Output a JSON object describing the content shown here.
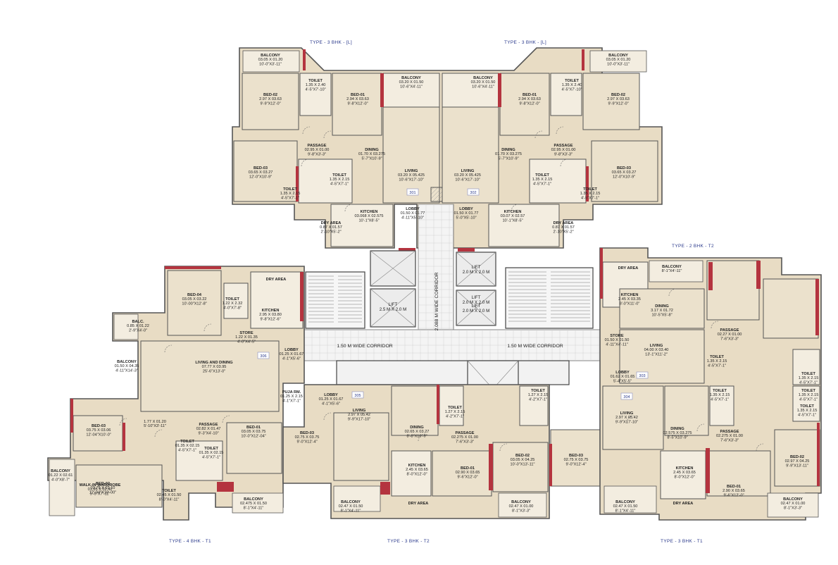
{
  "plan": {
    "captions": [
      {
        "id": "cap-top-left",
        "text": "TYPE - 3 BHK - [L]"
      },
      {
        "id": "cap-top-right",
        "text": "TYPE - 3 BHK - [L]"
      },
      {
        "id": "cap-mid-right",
        "text": "TYPE - 2 BHK - T2"
      },
      {
        "id": "cap-bot-left",
        "text": "TYPE - 4 BHK - T1"
      },
      {
        "id": "cap-bot-mid",
        "text": "TYPE - 3 BHK - T2"
      },
      {
        "id": "cap-bot-right",
        "text": "TYPE - 3 BHK - T1"
      }
    ],
    "corridors": [
      {
        "id": "corr-left",
        "text": "1.50 M WIDE CORRIDOR"
      },
      {
        "id": "corr-right",
        "text": "1.50 M WIDE CORRIDOR"
      },
      {
        "id": "corr-vertical",
        "text": "2.088 M WIDE CORRIDOR"
      }
    ],
    "lifts": [
      {
        "id": "lift-1",
        "name": "LIFT",
        "dim": "2.0 M X 2.0 M"
      },
      {
        "id": "lift-2",
        "name": "LIFT",
        "dim": "2.0 M X 2.0 M"
      },
      {
        "id": "lift-3",
        "name": "LIFT",
        "dim": "2.5 M X 2.0 M"
      },
      {
        "id": "lift-4",
        "name": "LIFT",
        "dim": "2.0 M X 2.0 M"
      }
    ],
    "units": [
      {
        "id": "u301",
        "text": "301"
      },
      {
        "id": "u302",
        "text": "302"
      },
      {
        "id": "u303",
        "text": "303"
      },
      {
        "id": "u304",
        "text": "304"
      },
      {
        "id": "u305",
        "text": "305"
      },
      {
        "id": "u306",
        "text": "306"
      }
    ],
    "rooms": [
      {
        "id": "r1",
        "name": "BALCONY",
        "dim": "03.05 X 01.20",
        "ft": "10'-0\"X3'-11\""
      },
      {
        "id": "r2",
        "name": "TOILET",
        "dim": "1.35 X 2.40",
        "ft": "4'-5\"X7'-10\""
      },
      {
        "id": "r3",
        "name": "BED-02",
        "dim": "2.97 X 03.63",
        "ft": "9'-9\"X12'-0\""
      },
      {
        "id": "r4",
        "name": "BED-01",
        "dim": "2.94 X 03.63",
        "ft": "9'-8\"X12'-0\""
      },
      {
        "id": "r5",
        "name": "BALCONY",
        "dim": "03.20 X 01.50",
        "ft": "10'-6\"X4'-11\""
      },
      {
        "id": "r6",
        "name": "PASSAGE",
        "dim": "02.95 X 01.00",
        "ft": "9'-8\"X3'-3\""
      },
      {
        "id": "r7",
        "name": "DINING",
        "dim": "01.70 X 03.275",
        "ft": "5'-7\"X10'-9\""
      },
      {
        "id": "r8",
        "name": "BED-03",
        "dim": "03.65 X 03.27",
        "ft": "12'-0\"X10'-9\""
      },
      {
        "id": "r9",
        "name": "TOILET",
        "dim": "1.35 X 2.15",
        "ft": "4'-5\"X7'-1\""
      },
      {
        "id": "r10",
        "name": "TOILET",
        "dim": "1.35 X 2.15",
        "ft": "4'-5\"X7'-1\""
      },
      {
        "id": "r11",
        "name": "LIVING",
        "dim": "03.20 X 05.425",
        "ft": "10'-6\"X17'-10\""
      },
      {
        "id": "r12",
        "name": "KITCHEN",
        "dim": "03.068 X 02.575",
        "ft": "10'-1\"X8'-5\""
      },
      {
        "id": "r13",
        "name": "LOBBY",
        "dim": "01.50 X 01.77",
        "ft": "4'-11\"X5'-10\""
      },
      {
        "id": "r14",
        "name": "DRY AREA",
        "dim": "0.87 X 01.57",
        "ft": "2'-10\"X5'-2\""
      },
      {
        "id": "r15",
        "name": "BALCONY",
        "dim": "03.20 X 01.50",
        "ft": "10'-6\"X4'-11\""
      },
      {
        "id": "r16",
        "name": "BED-01",
        "dim": "2.94 X 03.63",
        "ft": "9'-8\"X12'-0\""
      },
      {
        "id": "r17",
        "name": "TOILET",
        "dim": "1.35 X 2.40",
        "ft": "4'-5\"X7'-10\""
      },
      {
        "id": "r18",
        "name": "BALCONY",
        "dim": "03.05 X 01.20",
        "ft": "10'-0\"X3'-11\""
      },
      {
        "id": "r19",
        "name": "BED-02",
        "dim": "2.97 X 03.63",
        "ft": "9'-9\"X12'-0\""
      },
      {
        "id": "r20",
        "name": "DINING",
        "dim": "01.70 X 03.275",
        "ft": "5'-7\"X10'-9\""
      },
      {
        "id": "r21",
        "name": "PASSAGE",
        "dim": "02.95 X 01.00",
        "ft": "9'-8\"X3'-3\""
      },
      {
        "id": "r22",
        "name": "LIVING",
        "dim": "03.20 X 05.425",
        "ft": "10'-6\"X17'-10\""
      },
      {
        "id": "r23",
        "name": "TOILET",
        "dim": "1.35 X 2.15",
        "ft": "4'-5\"X7'-1\""
      },
      {
        "id": "r24",
        "name": "TOILET",
        "dim": "1.35 X 2.15",
        "ft": "4'-5\"X7'-1\""
      },
      {
        "id": "r25",
        "name": "BED-03",
        "dim": "03.65 X 03.27",
        "ft": "12'-0\"X10'-9\""
      },
      {
        "id": "r26",
        "name": "LOBBY",
        "dim": "01.50 X 01.77",
        "ft": "5'-0\"X5'-10\""
      },
      {
        "id": "r27",
        "name": "KITCHEN",
        "dim": "03.07 X 02.57",
        "ft": "10'-1\"X8'-5\""
      },
      {
        "id": "r28",
        "name": "DRY AREA",
        "dim": "0.87 X 01.57",
        "ft": "2'-10\"X5'-2\""
      },
      {
        "id": "r29",
        "name": "DRY AREA",
        "dim": "",
        "ft": ""
      },
      {
        "id": "r30",
        "name": "BED-04",
        "dim": "03.05 X 03.22",
        "ft": "10'-00\"X12'-8\""
      },
      {
        "id": "r31",
        "name": "TOILET",
        "dim": "1.22 X 2.32",
        "ft": "4'-0\"X7'-8\""
      },
      {
        "id": "r32",
        "name": "KITCHEN",
        "dim": "2.95 X 03.80",
        "ft": "9'-8\"X12'-6\""
      },
      {
        "id": "r33",
        "name": "BALC.",
        "dim": "0.85 X 01.22",
        "ft": "2'-9\"X4'-0\""
      },
      {
        "id": "r34",
        "name": "STORE",
        "dim": "1.22 X 01.35",
        "ft": "4'-0\"X4'-5\""
      },
      {
        "id": "r35",
        "name": "BALCONY",
        "dim": "01.50 X 04.35",
        "ft": "4'-11\"X14'-3\""
      },
      {
        "id": "r36",
        "name": "LIVING AND DINING",
        "dim": "07.77 X 03.95",
        "ft": "25'-6\"X13'-0\""
      },
      {
        "id": "r37",
        "name": "LOBBY",
        "dim": "01.25 X 01.67",
        "ft": "4'-1\"X5'-6\""
      },
      {
        "id": "r38",
        "name": "PUJA RM.",
        "dim": "01.25 X 2.15",
        "ft": "4'-1\"X7'-1\""
      },
      {
        "id": "r39",
        "name": "LOBBY",
        "dim": "01.25 X 01.67",
        "ft": "4'-1\"X5'-6\""
      },
      {
        "id": "r40",
        "name": "BED-03",
        "dim": "03.75 X 03.06",
        "ft": "12'-04\"X10'-0\""
      },
      {
        "id": "r41",
        "name": "",
        "dim": "1.77 X 01.20",
        "ft": "5'-10\"X3'-11\""
      },
      {
        "id": "r42",
        "name": "PASSAGE",
        "dim": "02.82 X 01.47",
        "ft": "9'-3\"X4'-10\""
      },
      {
        "id": "r43",
        "name": "BED-01",
        "dim": "03.05 X 03.75",
        "ft": "10'-0\"X12'-04\""
      },
      {
        "id": "r44",
        "name": "BED-03",
        "dim": "02.75 X 03.75",
        "ft": "9'-0\"X12'-4\""
      },
      {
        "id": "r45",
        "name": "WALK-IN WARDROBE",
        "dim": "01.65 X 02.42",
        "ft": "5'-5\"X7'-11\""
      },
      {
        "id": "r46",
        "name": "TOILET",
        "dim": "01.35 X 02.15",
        "ft": "4'-5\"X7'-1\""
      },
      {
        "id": "r47",
        "name": "TOILET",
        "dim": "01.35 X 02.15",
        "ft": "4'-5\"X7'-1\""
      },
      {
        "id": "r48",
        "name": "BALCONY",
        "dim": "01.22 X 02.61",
        "ft": "4'-0\"X8'-7\""
      },
      {
        "id": "r49",
        "name": "BED-02",
        "dim": "03.75 X 03.10",
        "ft": "12'-04\"X10'-00\""
      },
      {
        "id": "r50",
        "name": "TOILET",
        "dim": "02.45 X 01.50",
        "ft": "8'-0\"X4'-11\""
      },
      {
        "id": "r51",
        "name": "BALCONY",
        "dim": "02.475 X 01.50",
        "ft": "8'-1\"X4'-11\""
      },
      {
        "id": "r52",
        "name": "LIVING",
        "dim": "2.97 X 05.42",
        "ft": "9'-9\"X17'-10\""
      },
      {
        "id": "r53",
        "name": "DINING",
        "dim": "02.65 X 03.27",
        "ft": "8'-8\"X10'-9\""
      },
      {
        "id": "r54",
        "name": "TOILET",
        "dim": "1.27 X 2.15",
        "ft": "4'-2\"X7'-1\""
      },
      {
        "id": "r55",
        "name": "TOILET",
        "dim": "1.27 X 2.15",
        "ft": "4'-2\"X7'-1\""
      },
      {
        "id": "r56",
        "name": "PASSAGE",
        "dim": "02.275 X 01.00",
        "ft": "7'-6\"X3'-3\""
      },
      {
        "id": "r57",
        "name": "BED-02",
        "dim": "03.05 X 04.25",
        "ft": "10'-0\"X13'-11\""
      },
      {
        "id": "r58",
        "name": "BED-03",
        "dim": "02.75 X 03.75",
        "ft": "9'-0\"X12'-4\""
      },
      {
        "id": "r59",
        "name": "KITCHEN",
        "dim": "2.45 X 03.65",
        "ft": "8'-0\"X12'-0\""
      },
      {
        "id": "r60",
        "name": "BED-01",
        "dim": "02.90 X 03.65",
        "ft": "9'-6\"X12'-0\""
      },
      {
        "id": "r61",
        "name": "BALCONY",
        "dim": "02.47 X 01.50",
        "ft": "8'-1\"X4'-11\""
      },
      {
        "id": "r62",
        "name": "DRY AREA",
        "dim": "",
        "ft": ""
      },
      {
        "id": "r63",
        "name": "BALCONY",
        "dim": "02.47 X 01.00",
        "ft": "8'-1\"X3'-3\""
      },
      {
        "id": "r64",
        "name": "DRY AREA",
        "dim": "",
        "ft": ""
      },
      {
        "id": "r65",
        "name": "BALCONY",
        "dim": "",
        "ft": "8'-1\"X4'-11\""
      },
      {
        "id": "r66",
        "name": "KITCHEN",
        "dim": "2.45 X 03.35",
        "ft": "8'-0\"X11'-0\""
      },
      {
        "id": "r67",
        "name": "DINING",
        "dim": "3.17 X 01.72",
        "ft": "10'-5\"X5'-8\""
      },
      {
        "id": "r68",
        "name": "STORE",
        "dim": "01.50 X 01.50",
        "ft": "4'-11\"X4'-11\""
      },
      {
        "id": "r69",
        "name": "LIVING",
        "dim": "04.00 X 03.40",
        "ft": "13'-1\"X11'-2\""
      },
      {
        "id": "r70",
        "name": "LOBBY",
        "dim": "01.62 X 01.65",
        "ft": "5'-4\"X5'-5\""
      },
      {
        "id": "r71",
        "name": "PASSAGE",
        "dim": "02.27 X 01.00",
        "ft": "7'-6\"X3'-3\""
      },
      {
        "id": "r72",
        "name": "TOILET",
        "dim": "1.35 X 2.15",
        "ft": "4'-5\"X7'-1\""
      },
      {
        "id": "r73",
        "name": "TOILET",
        "dim": "1.35 X 2.15",
        "ft": "4'-5\"X7'-1\""
      },
      {
        "id": "r74",
        "name": "TOILET",
        "dim": "1.35 X 2.15",
        "ft": "4'-5\"X7'-1\""
      },
      {
        "id": "r75",
        "name": "LIVING",
        "dim": "2.97 X 05.42",
        "ft": "9'-9\"X17'-10\""
      },
      {
        "id": "r76",
        "name": "DINING",
        "dim": "02.575 X 03.275",
        "ft": "8'-5\"X10'-9\""
      },
      {
        "id": "r77",
        "name": "TOILET",
        "dim": "1.35 X 2.15",
        "ft": "4'-5\"X7'-1\""
      },
      {
        "id": "r78",
        "name": "TOILET",
        "dim": "1.35 X 2.15",
        "ft": "4'-5\"X7'-1\""
      },
      {
        "id": "r79",
        "name": "PASSAGE",
        "dim": "02.275 X 01.00",
        "ft": "7'-6\"X3'-3\""
      },
      {
        "id": "r80",
        "name": "BED-02",
        "dim": "02.97 X 04.25",
        "ft": "9'-9\"X13'-11\""
      },
      {
        "id": "r81",
        "name": "KITCHEN",
        "dim": "2.45 X 03.65",
        "ft": "8'-0\"X12'-0\""
      },
      {
        "id": "r82",
        "name": "BED-01",
        "dim": "2.90 X 03.65",
        "ft": "9'-6\"X12'-0\""
      },
      {
        "id": "r83",
        "name": "BALCONY",
        "dim": "02.47 X 01.50",
        "ft": "8'-1\"X4'-11\""
      },
      {
        "id": "r84",
        "name": "DRY AREA",
        "dim": "",
        "ft": ""
      },
      {
        "id": "r85",
        "name": "BALCONY",
        "dim": "02.47 X 01.00",
        "ft": "8'-1\"X3'-3\""
      }
    ]
  }
}
